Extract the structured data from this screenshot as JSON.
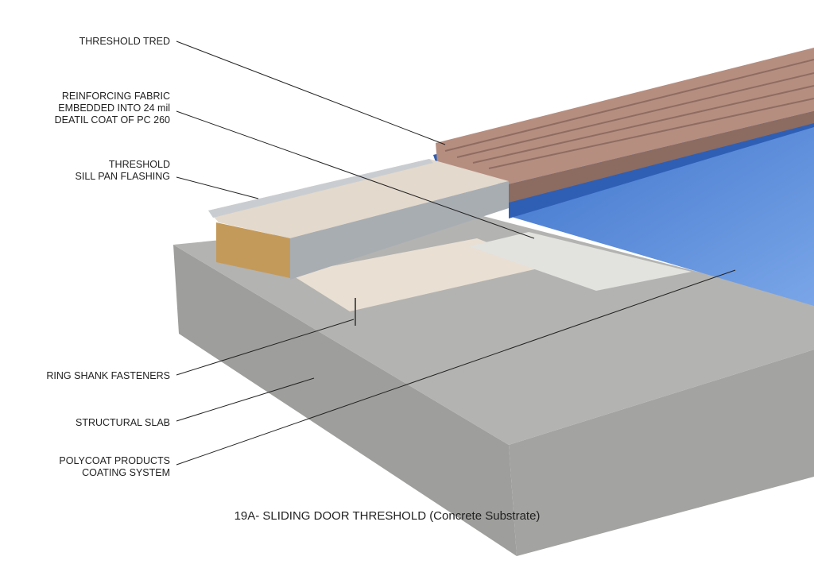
{
  "labels": {
    "tread": "THRESHOLD TRED",
    "fabric_1": "REINFORCING FABRIC",
    "fabric_2": "EMBEDDED INTO 24 mil",
    "fabric_3": "DEATIL COAT OF PC 260",
    "sill_1": "THRESHOLD",
    "sill_2": "SILL PAN FLASHING",
    "fasteners": "RING SHANK FASTENERS",
    "slab": "STRUCTURAL SLAB",
    "coating_1": "POLYCOAT PRODUCTS",
    "coating_2": "COATING SYSTEM"
  },
  "title": "19A- SLIDING DOOR THRESHOLD (Concrete Substrate)",
  "colors": {
    "concrete": "#a9a9a7",
    "coating": "#4f86d6",
    "tread": "#b08a7c",
    "metal": "#a8adb2",
    "wood": "#c49a5a",
    "sheet": "#e9dfd3"
  }
}
